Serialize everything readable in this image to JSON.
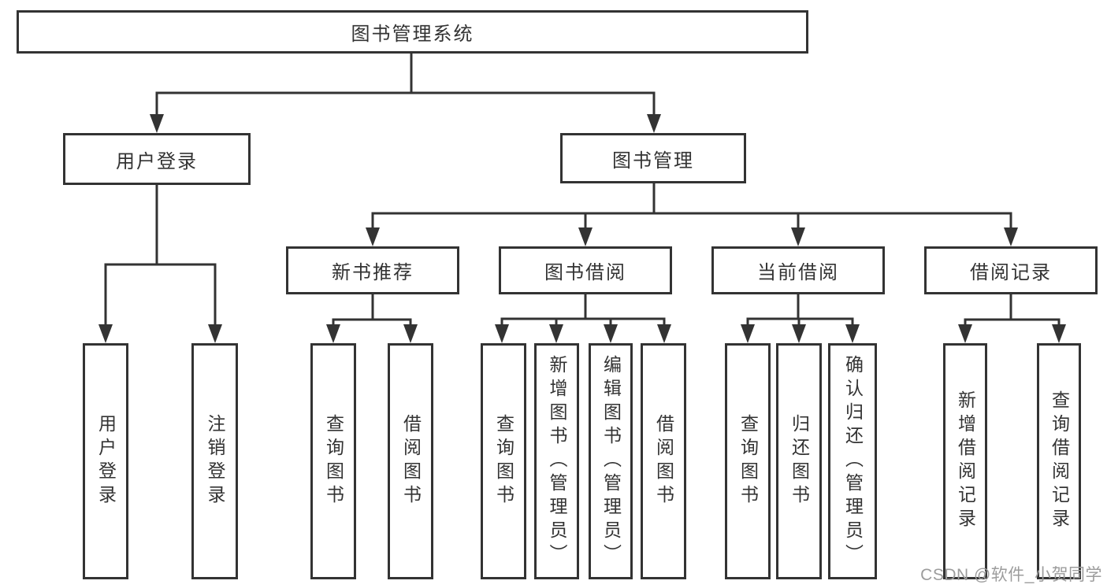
{
  "diagram": {
    "root": "图书管理系统",
    "branches": [
      {
        "label": "用户登录",
        "children": [
          "用户登录",
          "注销登录"
        ]
      },
      {
        "label": "图书管理",
        "children": [
          {
            "label": "新书推荐",
            "children": [
              "查询图书",
              "借阅图书"
            ]
          },
          {
            "label": "图书借阅",
            "children": [
              "查询图书",
              "新增图书（管理员）",
              "编辑图书（管理员）",
              "借阅图书"
            ]
          },
          {
            "label": "当前借阅",
            "children": [
              "查询图书",
              "归还图书",
              "确认归还（管理员）"
            ]
          },
          {
            "label": "借阅记录",
            "children": [
              "新增借阅记录",
              "查询借阅记录"
            ]
          }
        ]
      }
    ]
  },
  "colors": {
    "line": "#333333",
    "box_border": "#333333",
    "box_fill": "#ffffff",
    "text": "#333333",
    "watermark": "#9c9c9c"
  },
  "watermark": "CSDN @软件_小贺同学"
}
